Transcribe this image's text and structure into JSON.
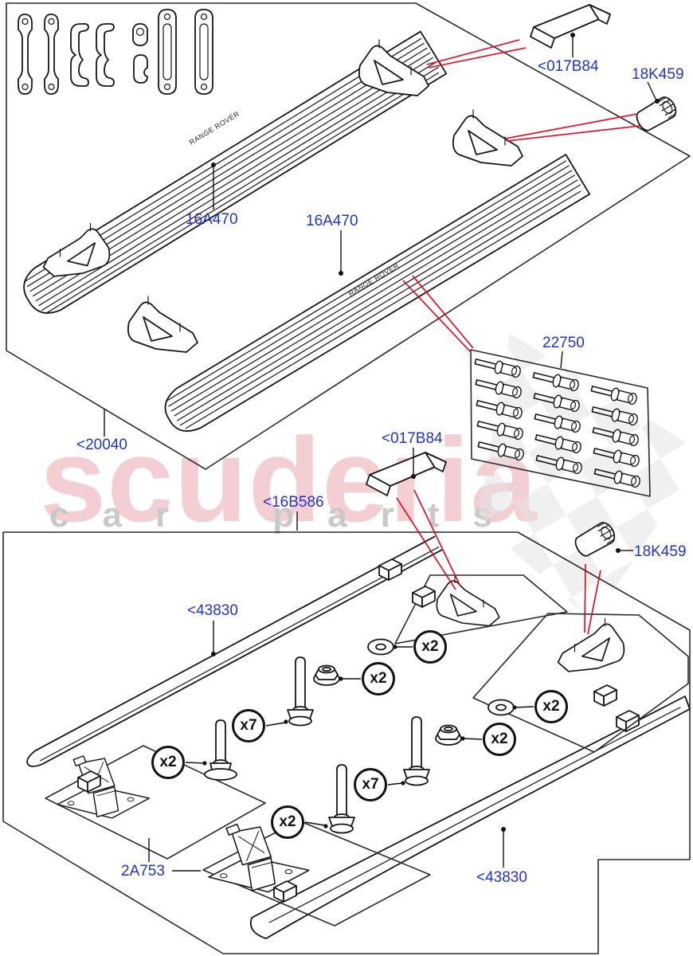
{
  "watermark": {
    "brand": "scuderia",
    "tagline": "car parts"
  },
  "board_marking": "RANGE ROVER",
  "colors": {
    "label_blue": "#2233cc",
    "leader_red": "#e8001a",
    "line_black": "#151515",
    "watermark_pink": "#e8a0aa",
    "watermark_gray": "#c9c9c9",
    "checker_gray": "#e3e3e3"
  },
  "callouts": {
    "p20040": "<20040",
    "p16a470_a": "16A470",
    "p16a470_b": "16A470",
    "p017b84_top": "<017B84",
    "p18k459_top": "18K459",
    "p22750": "22750",
    "p16b586": "<16B586",
    "p017b84_bottom": "<017B84",
    "p18k459_bottom": "18K459",
    "p43830_top": "<43830",
    "p43830_bottom": "<43830",
    "p2a753": "2A753"
  },
  "quantities": {
    "washer_upper": "x2",
    "nut_upper": "x2",
    "washer_mid": "x2",
    "nut_mid": "x2",
    "bolt_flanged": "x2",
    "bolt_hex_upper": "x7",
    "bolt_hex_lower": "x7",
    "bolt_lower": "x2"
  },
  "rivet_panel": {
    "rows": 5,
    "cols": 3
  }
}
